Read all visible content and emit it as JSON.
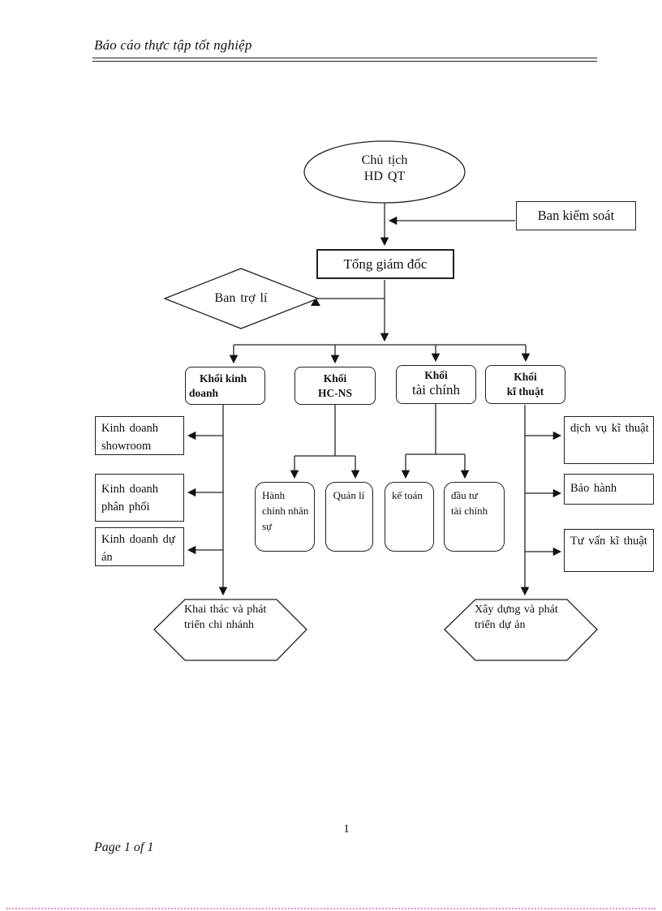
{
  "page": {
    "header": "Báo cáo thực tập tốt nghiệp",
    "page_number": "1",
    "footer": "Page 1 of 1"
  },
  "colors": {
    "line": "#222222",
    "background": "#ffffff",
    "footer_rule": "#ee8fd4"
  },
  "chart": {
    "type": "org-flowchart",
    "top": {
      "chairman_l1": "Chủ tịch",
      "chairman_l2": "HD QT",
      "control_board": "Ban kiểm soát",
      "general_director": "Tổng giám đốc",
      "assistant_board": "Ban trợ lí"
    },
    "divisions": {
      "business": {
        "l1": "Khối kinh",
        "l2": "doanh"
      },
      "hr": {
        "l1": "Khối",
        "l2": "HC-NS"
      },
      "finance": {
        "l1": "Khối",
        "l2": "tài chính"
      },
      "technical": {
        "l1": "Khối",
        "l2": "kĩ thuật"
      }
    },
    "units": {
      "business": [
        "Kinh doanh showroom",
        "Kinh doanh phân phối",
        "Kinh doanh dự án"
      ],
      "hr": [
        "Hành chính nhân sự",
        "Quản lí"
      ],
      "finance": [
        "kế toán",
        "đầu tư tài chính"
      ],
      "technical": [
        "dịch vụ kĩ thuật",
        "Bảo hành",
        "Tư vấn kĩ thuật"
      ]
    },
    "expansion": {
      "branch": "Khai thác và phát triển chi nhánh",
      "project": "Xây dựng và phát triển dự án"
    }
  }
}
